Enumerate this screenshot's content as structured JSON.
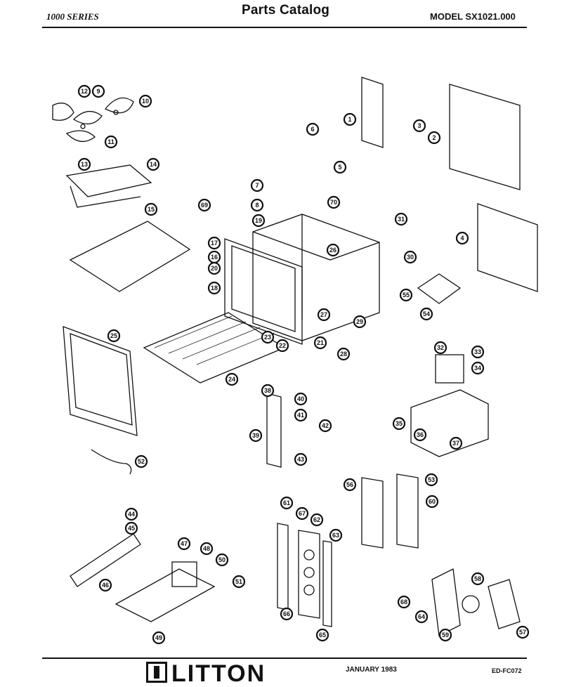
{
  "header": {
    "series": "1000 SERIES",
    "title": "Parts Catalog",
    "model": "MODEL SX1021.000"
  },
  "footer": {
    "brand": "LITTON",
    "date": "JANUARY 1983",
    "code": "ED-FC072"
  },
  "callouts": [
    "1",
    "2",
    "3",
    "4",
    "5",
    "6",
    "7",
    "8",
    "9",
    "10",
    "11",
    "12",
    "13",
    "14",
    "15",
    "16",
    "17",
    "18",
    "19",
    "20",
    "21",
    "22",
    "23",
    "24",
    "25",
    "26",
    "27",
    "28",
    "29",
    "30",
    "31",
    "32",
    "33",
    "34",
    "35",
    "36",
    "37",
    "38",
    "39",
    "40",
    "41",
    "42",
    "43",
    "44",
    "45",
    "46",
    "47",
    "48",
    "49",
    "50",
    "51",
    "52",
    "53",
    "54",
    "55",
    "56",
    "57",
    "58",
    "59",
    "60",
    "61",
    "62",
    "63",
    "64",
    "65",
    "66",
    "67",
    "68",
    "69",
    "70"
  ]
}
